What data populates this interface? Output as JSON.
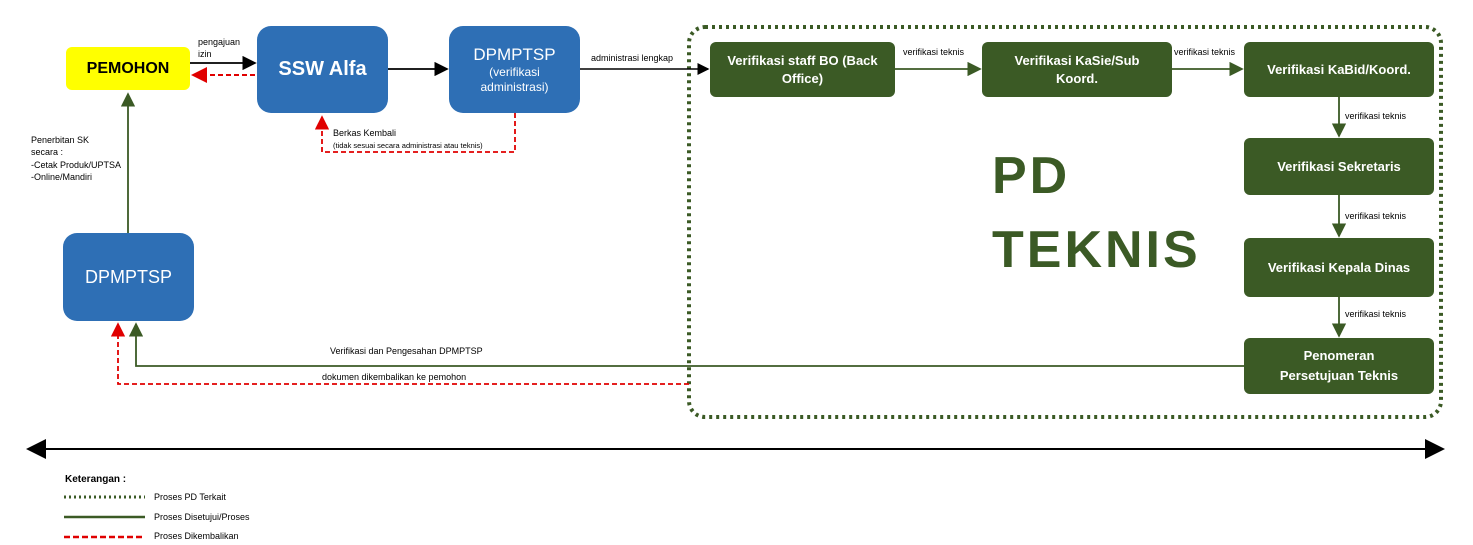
{
  "nodes": {
    "pemohon": "PEMOHON",
    "ssw_alfa": "SSW Alfa",
    "dpmptsp_top_title": "DPMPTSP",
    "dpmptsp_top_sub": "(verifikasi administrasi)",
    "dpmptsp_left": "DPMPTSP",
    "verif_staff_bo": "Verifikasi staff BO (Back Office)",
    "verif_kasie": "Verifikasi KaSie/Sub Koord.",
    "verif_kabid": "Verifikasi KaBid/Koord.",
    "verif_sekretaris": "Verifikasi Sekretaris",
    "verif_kadis": "Verifikasi Kepala Dinas",
    "penomeran_line1": "Penomeran",
    "penomeran_line2": "Persetujuan Teknis"
  },
  "region_title": {
    "line1": "PD",
    "line2": "TEKNIS"
  },
  "edge_labels": {
    "pengajuan_1": "pengajuan",
    "pengajuan_2": "izin",
    "berkas_1": "Berkas Kembali",
    "berkas_2": "(tidak sesuai secara administrasi atau teknis)",
    "administrasi": "administrasi lengkap",
    "vt1": "verifikasi teknis",
    "vt2": "verifikasi teknis",
    "vt3": "verifikasi teknis",
    "vt4": "verifikasi teknis",
    "vt5": "verifikasi teknis",
    "penerbitan_1": "Penerbitan SK",
    "penerbitan_2": "secara :",
    "penerbitan_3": "-Cetak Produk/UPTSA",
    "penerbitan_4": "-Online/Mandiri",
    "pengesahan": "Verifikasi dan Pengesahan DPMPTSP",
    "dikembalikan": "dokumen dikembalikan ke pemohon"
  },
  "legend": {
    "title": "Keterangan :",
    "items": [
      {
        "label": "Proses PD Terkait",
        "style": "dotted",
        "color": "#3b5a25"
      },
      {
        "label": "Proses Disetujui/Proses",
        "style": "solid",
        "color": "#3b5a25"
      },
      {
        "label": "Proses Dikembalikan",
        "style": "dashed",
        "color": "#e00000"
      }
    ]
  },
  "colors": {
    "blue": "#2e6fb5",
    "green": "#3b5a25",
    "yellow": "#ffff00",
    "red": "#e00000"
  }
}
